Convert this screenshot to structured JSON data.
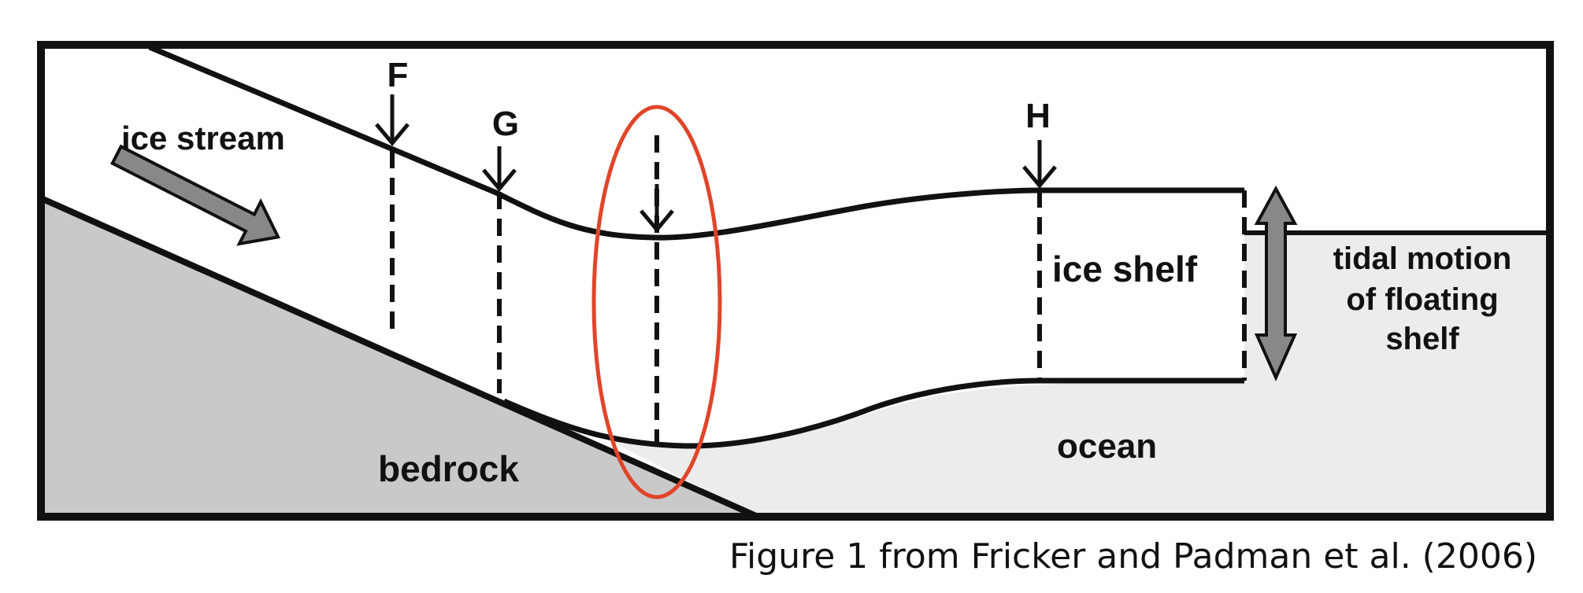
{
  "diagram": {
    "labels": {
      "ice_stream": "ice stream",
      "bedrock": "bedrock",
      "ocean": "ocean",
      "ice_shelf": "ice shelf",
      "tidal_motion": [
        "tidal motion",
        "of floating",
        "shelf"
      ],
      "points": {
        "f": "F",
        "g": "G",
        "h": "H"
      }
    },
    "caption": "Figure 1 from Fricker and Padman et al. (2006)",
    "colors": {
      "bedrock": "#c9c9c9",
      "ocean": "#ececec",
      "arrow_fill": "#888888",
      "ink": "#111111",
      "highlight": "#e0452a",
      "background": "#ffffff"
    }
  }
}
